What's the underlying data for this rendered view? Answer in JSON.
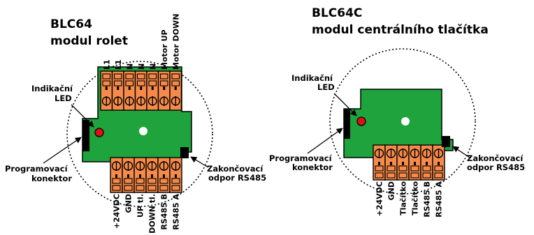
{
  "left_module": {
    "title_line1": "BLC64",
    "title_line2": "modul rolet",
    "top_pins": [
      "L1",
      "L1",
      "N",
      "N",
      "N",
      "Motor UP",
      "Motor DOWN"
    ],
    "bottom_pins": [
      "+24VDC",
      "GND",
      "UP tl.",
      "DOWN tl.",
      "RS485 B",
      "RS485 A"
    ],
    "led_label_line1": "Indikační",
    "led_label_line2": "LED",
    "prog_label_line1": "Programovací",
    "prog_label_line2": "konektor",
    "term_label_line1": "Zakončovací",
    "term_label_line2": "odpor RS485"
  },
  "right_module": {
    "title_line1": "BLC64C",
    "title_line2": "modul centrálního tlačítka",
    "bottom_pins": [
      "+24VDC",
      "GND",
      "Tlačítko",
      "Tlačítko",
      "RS485 B",
      "RS485 A"
    ],
    "led_label_line1": "Indikační",
    "led_label_line2": "LED",
    "prog_label_line1": "Programovací",
    "prog_label_line2": "konektor",
    "term_label_line1": "Zakončovací",
    "term_label_line2": "odpor RS485"
  },
  "colors": {
    "pcb": "#1fa33c",
    "terminal": "#f58a4a",
    "led": "#e01010",
    "outline": "#000000"
  }
}
